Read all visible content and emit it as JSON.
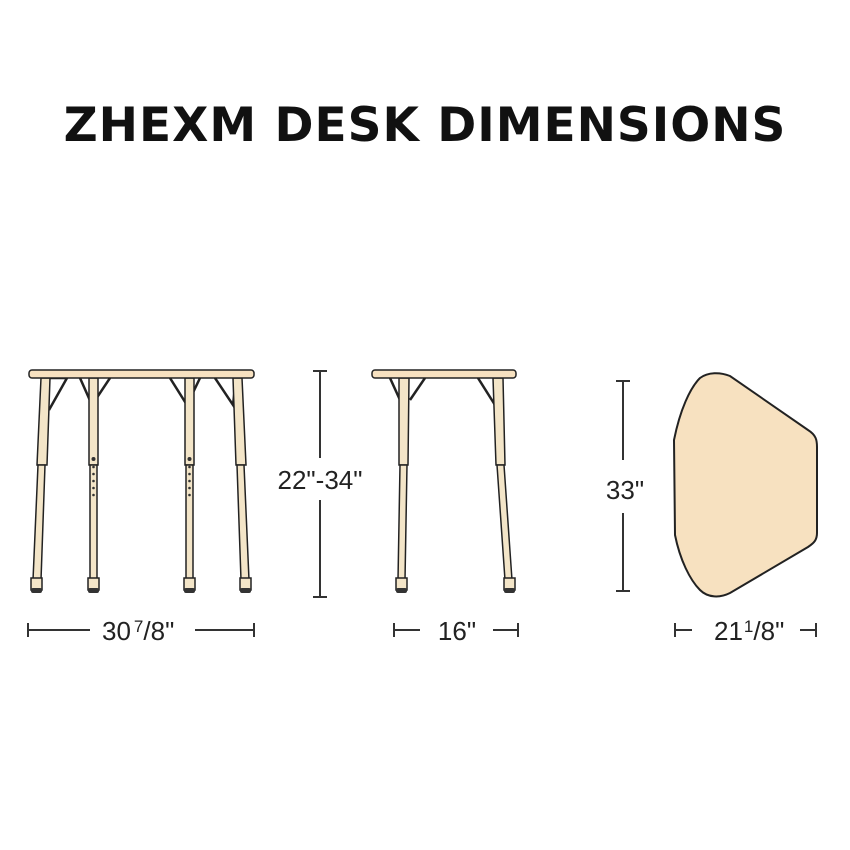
{
  "title": "ZHEXM DESK DIMENSIONS",
  "colors": {
    "desk_top": "#f7e1c0",
    "leg": "#f3e5c8",
    "outline": "#222222"
  },
  "front_view": {
    "height_label": "22\"-34\"",
    "width_whole": "30",
    "width_num": "7",
    "width_den": "8",
    "inch": "\""
  },
  "side_view": {
    "depth_label": "16\""
  },
  "top_view": {
    "length_label": "33\"",
    "width_whole": "21",
    "width_num": "1",
    "width_den": "8",
    "inch": "\""
  }
}
